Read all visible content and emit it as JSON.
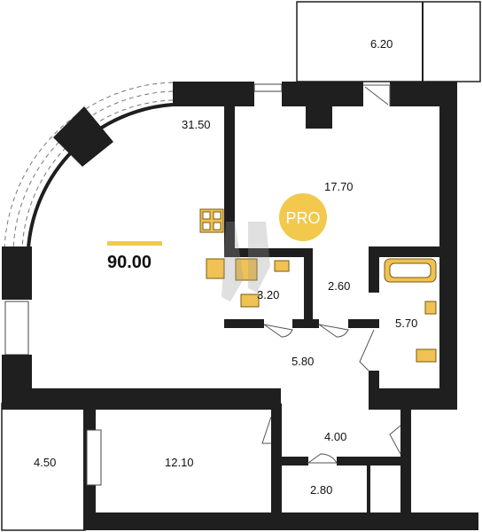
{
  "total_area": "90.00",
  "badge": "PRO",
  "colors": {
    "walls": "#1f1f1f",
    "accent": "#f2c94c",
    "fixtures": "#f0c254"
  },
  "rooms": {
    "balcony": "6.20",
    "living": "31.50",
    "kitchen": "17.70",
    "bath_small": "3.20",
    "closet": "2.60",
    "bath_large": "5.70",
    "hall": "5.80",
    "corridor": "4.00",
    "loggia": "4.50",
    "bedroom": "12.10",
    "storage": "2.80"
  }
}
